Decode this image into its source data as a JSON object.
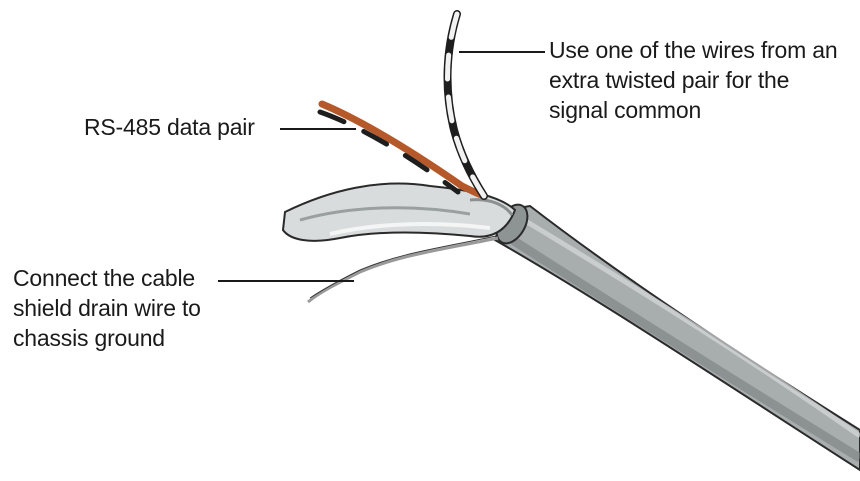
{
  "labels": {
    "signal_common": [
      "Use one of the wires from an",
      "extra twisted pair for the",
      "signal common"
    ],
    "data_pair": "RS-485 data pair",
    "drain_wire": [
      "Connect the cable",
      "shield drain wire to",
      "chassis ground"
    ]
  },
  "colors": {
    "jacket": "#a8adad",
    "jacket_dark": "#6e7474",
    "foil_shield": "#d9dcdc",
    "data_wire_orange": "#b5582a",
    "data_wire_black": "#1e1e1e",
    "common_wire_white": "#f2f2f2",
    "drain_wire": "#9a9a9a",
    "leader_line": "#1a1a1a"
  }
}
